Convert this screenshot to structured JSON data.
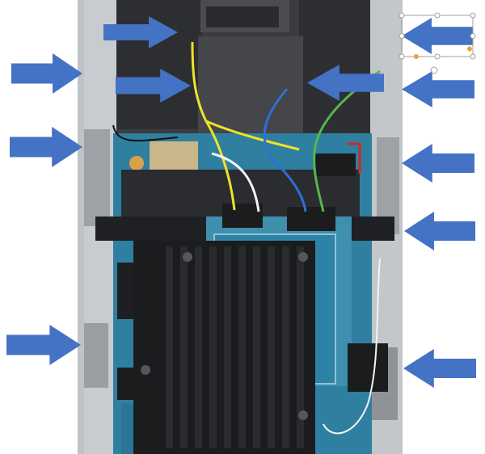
{
  "colors": {
    "slide_background": "#ffffff",
    "arrow_fill": "#4472c4",
    "selection_handle": "#a0a0a0",
    "selection_handle_accent": "#e8a33c",
    "device_frame": "#d7d9dc",
    "chassis_dark": "#3a3c40",
    "pcb_blue": "#2f7fa0",
    "heatsink": "#1b1c1e",
    "wire_yellow": "#f2e12a",
    "wire_white": "#f4f4f4",
    "wire_blue": "#2f6fd6",
    "wire_green": "#55b84a",
    "wire_red": "#d2262a"
  },
  "arrows": [
    {
      "name": "arrow-top-left-inner",
      "direction": "right"
    },
    {
      "name": "arrow-upper-left-inner",
      "direction": "right"
    },
    {
      "name": "arrow-left-frame-1",
      "direction": "right"
    },
    {
      "name": "arrow-left-frame-2",
      "direction": "right"
    },
    {
      "name": "arrow-left-frame-3",
      "direction": "right"
    },
    {
      "name": "arrow-top-center-inner",
      "direction": "left"
    },
    {
      "name": "arrow-top-right-selected",
      "direction": "left"
    },
    {
      "name": "arrow-right-frame-1",
      "direction": "left"
    },
    {
      "name": "arrow-right-frame-2",
      "direction": "left"
    },
    {
      "name": "arrow-right-frame-3",
      "direction": "left"
    },
    {
      "name": "arrow-right-frame-4",
      "direction": "left"
    }
  ]
}
